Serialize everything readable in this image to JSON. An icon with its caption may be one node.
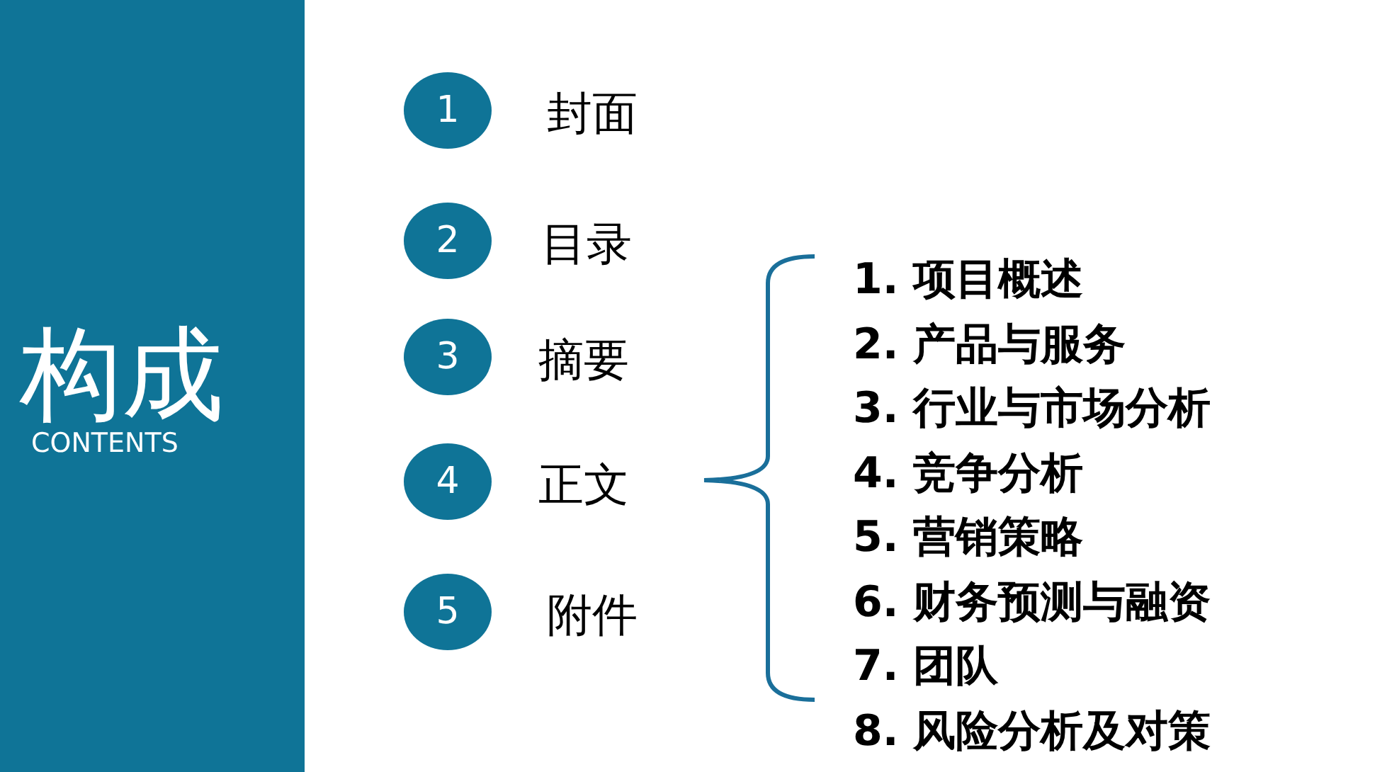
{
  "diagram": {
    "nodes": [
      {
        "text": [
          "构成",
          "CONTENTS"
        ]
      },
      {
        "text": [
          "1"
        ],
        "beside": [
          "封面"
        ]
      },
      {
        "text": [
          "2"
        ],
        "beside": [
          "目录"
        ]
      },
      {
        "text": [
          "3"
        ],
        "beside": [
          "摘要"
        ]
      },
      {
        "text": [
          "4"
        ],
        "beside": [
          "正文"
        ]
      },
      {
        "text": [
          "5"
        ],
        "beside": [
          "附件"
        ]
      }
    ],
    "labels": [
      "1. 项目概述",
      "2. 产品与服务",
      "3. 行业与市场分析",
      "4. 竞争分析",
      "5. 营销策略",
      "6. 财务预测与融资",
      "7. 团队",
      "8. 风险分析及对策"
    ]
  }
}
